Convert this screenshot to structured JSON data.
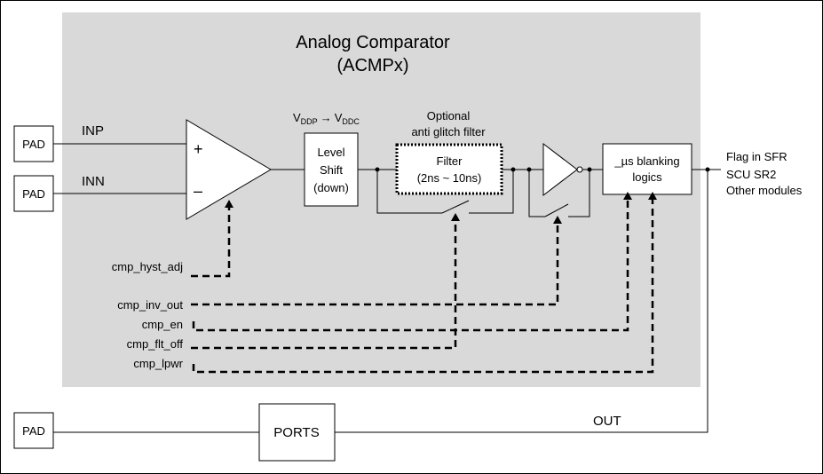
{
  "title_line1": "Analog Comparator",
  "title_line2": "(ACMPx)",
  "pads": {
    "pad1": "PAD",
    "pad2": "PAD",
    "pad3": "PAD"
  },
  "inputs": {
    "inp": "INP",
    "inn": "INN"
  },
  "comparator": {
    "plus": "+",
    "minus": "–"
  },
  "supply": {
    "vddp_base": "V",
    "vddp_sub": "DDP",
    "arrow": "→",
    "vddc_base": "V",
    "vddc_sub": "DDC"
  },
  "level_shift": {
    "line1": "Level",
    "line2": "Shift",
    "line3": "(down)"
  },
  "filter_caption": {
    "line1": "Optional",
    "line2": "anti glitch filter"
  },
  "filter": {
    "line1": "Filter",
    "line2": "(2ns ~ 10ns)"
  },
  "blanking": {
    "line1": "_µs blanking",
    "line2": "logics"
  },
  "outputs": {
    "line1": "Flag in SFR",
    "line2": "SCU SR2",
    "line3": "Other modules"
  },
  "controls": {
    "hyst": "cmp_hyst_adj",
    "inv": "cmp_inv_out",
    "en": "cmp_en",
    "flt": "cmp_flt_off",
    "lpwr": "cmp_lpwr"
  },
  "ports": "PORTS",
  "out": "OUT",
  "colors": {
    "background": "#ffffff",
    "region": "#d9d9d9",
    "line": "#000000"
  }
}
